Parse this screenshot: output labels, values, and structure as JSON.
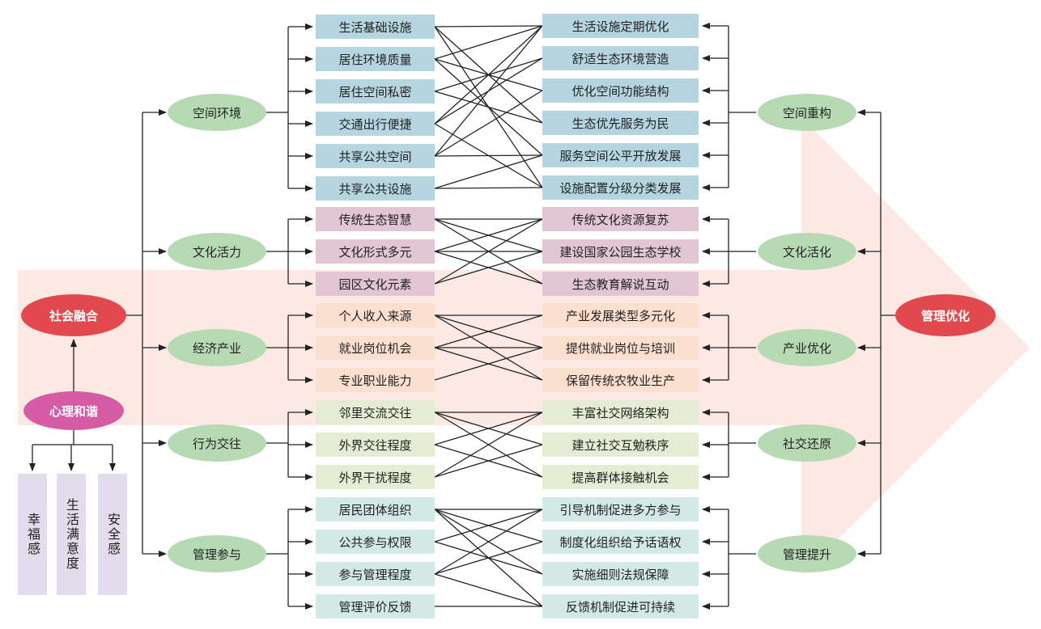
{
  "colors": {
    "group_colors": [
      "#b5d5e1",
      "#e3c6d4",
      "#fbe0cf",
      "#e4ecd3",
      "#d3e9e5"
    ],
    "ellipse": "#b7d9b4",
    "social": "#e2494f",
    "mental": "#d65aa5",
    "management": "#e2494f",
    "feelings": "#e2dcec",
    "arrow_bg": "#fde9e4",
    "line": "#222222"
  },
  "center": {
    "label": "社会融合"
  },
  "mental": {
    "label": "心理和谐"
  },
  "management": {
    "label": "管理优化"
  },
  "feelings": [
    "幸福感",
    "生活满意度",
    "安全感"
  ],
  "groups": [
    {
      "left": "空间环境",
      "right": "空间重构",
      "left_items": [
        "生活基础设施",
        "居住环境质量",
        "居住空间私密",
        "交通出行便捷",
        "共享公共空间",
        "共享公共设施"
      ],
      "right_items": [
        "生活设施定期优化",
        "舒适生态环境营造",
        "优化空间功能结构",
        "生态优先服务为民",
        "服务空间公平开放发展",
        "设施配置分级分类发展"
      ],
      "links": [
        [
          0,
          0
        ],
        [
          0,
          3
        ],
        [
          0,
          5
        ],
        [
          1,
          0
        ],
        [
          1,
          2
        ],
        [
          1,
          4
        ],
        [
          2,
          1
        ],
        [
          2,
          3
        ],
        [
          3,
          0
        ],
        [
          3,
          1
        ],
        [
          3,
          5
        ],
        [
          4,
          0
        ],
        [
          4,
          2
        ],
        [
          4,
          4
        ],
        [
          5,
          4
        ],
        [
          5,
          5
        ]
      ]
    },
    {
      "left": "文化活力",
      "right": "文化活化",
      "left_items": [
        "传统生态智慧",
        "文化形式多元",
        "园区文化元素"
      ],
      "right_items": [
        "传统文化资源复苏",
        "建设国家公园生态学校",
        "生态教育解说互动"
      ],
      "links": [
        [
          0,
          0
        ],
        [
          0,
          1
        ],
        [
          0,
          2
        ],
        [
          1,
          0
        ],
        [
          1,
          1
        ],
        [
          1,
          2
        ],
        [
          2,
          0
        ],
        [
          2,
          1
        ]
      ]
    },
    {
      "left": "经济产业",
      "right": "产业优化",
      "left_items": [
        "个人收入来源",
        "就业岗位机会",
        "专业职业能力"
      ],
      "right_items": [
        "产业发展类型多元化",
        "提供就业岗位与培训",
        "保留传统农牧业生产"
      ],
      "links": [
        [
          0,
          0
        ],
        [
          0,
          1
        ],
        [
          0,
          2
        ],
        [
          1,
          0
        ],
        [
          1,
          1
        ],
        [
          1,
          2
        ],
        [
          2,
          1
        ]
      ]
    },
    {
      "left": "行为交往",
      "right": "社交还原",
      "left_items": [
        "邻里交流交往",
        "外界交往程度",
        "外界干扰程度"
      ],
      "right_items": [
        "丰富社交网络架构",
        "建立社交互勉秩序",
        "提高群体接触机会"
      ],
      "links": [
        [
          0,
          0
        ],
        [
          0,
          1
        ],
        [
          0,
          2
        ],
        [
          1,
          0
        ],
        [
          1,
          2
        ],
        [
          2,
          0
        ],
        [
          2,
          1
        ]
      ]
    },
    {
      "left": "管理参与",
      "right": "管理提升",
      "left_items": [
        "居民团体组织",
        "公共参与权限",
        "参与管理程度",
        "管理评价反馈"
      ],
      "right_items": [
        "引导机制促进多方参与",
        "制度化组织给予话语权",
        "实施细则法规保障",
        "反馈机制促进可持续"
      ],
      "links": [
        [
          0,
          0
        ],
        [
          0,
          1
        ],
        [
          0,
          2
        ],
        [
          0,
          3
        ],
        [
          1,
          0
        ],
        [
          1,
          2
        ],
        [
          2,
          0
        ],
        [
          2,
          1
        ],
        [
          2,
          3
        ],
        [
          3,
          3
        ]
      ]
    }
  ]
}
